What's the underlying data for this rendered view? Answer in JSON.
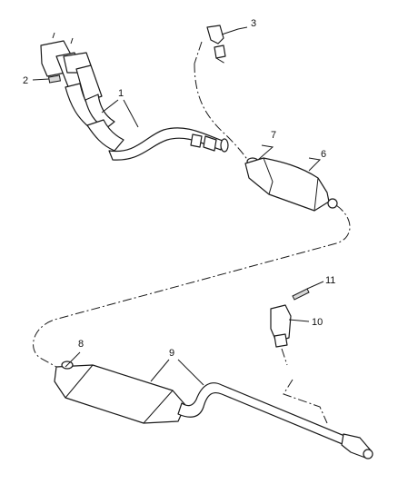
{
  "callouts": [
    {
      "id": "c1",
      "label": "1"
    },
    {
      "id": "c2",
      "label": "2"
    },
    {
      "id": "c3",
      "label": "3"
    },
    {
      "id": "c6",
      "label": "6"
    },
    {
      "id": "c7",
      "label": "7"
    },
    {
      "id": "c8",
      "label": "8"
    },
    {
      "id": "c9",
      "label": "9"
    },
    {
      "id": "c10",
      "label": "10"
    },
    {
      "id": "c11",
      "label": "11"
    }
  ]
}
